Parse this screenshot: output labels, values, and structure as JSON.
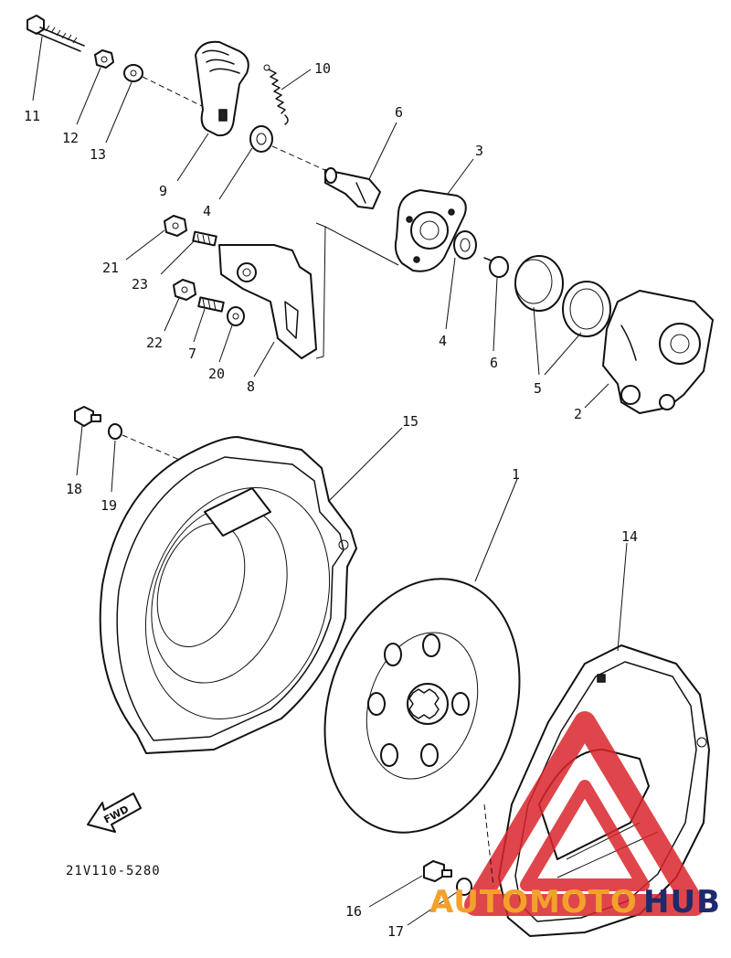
{
  "diagram": {
    "code": "21V110-5280",
    "arrow_label": "FWD",
    "callouts": [
      {
        "id": "c1",
        "text": "1"
      },
      {
        "id": "c2",
        "text": "2"
      },
      {
        "id": "c3",
        "text": "3"
      },
      {
        "id": "c4a",
        "text": "4"
      },
      {
        "id": "c4b",
        "text": "4"
      },
      {
        "id": "c5",
        "text": "5"
      },
      {
        "id": "c6",
        "text": "6"
      },
      {
        "id": "c7",
        "text": "7"
      },
      {
        "id": "c8",
        "text": "8"
      },
      {
        "id": "c9",
        "text": "9"
      },
      {
        "id": "c10",
        "text": "10"
      },
      {
        "id": "c11",
        "text": "11"
      },
      {
        "id": "c12",
        "text": "12"
      },
      {
        "id": "c13",
        "text": "13"
      },
      {
        "id": "c14",
        "text": "14"
      },
      {
        "id": "c15",
        "text": "15"
      },
      {
        "id": "c16",
        "text": "16"
      },
      {
        "id": "c17",
        "text": "17"
      },
      {
        "id": "c18",
        "text": "18"
      },
      {
        "id": "c19",
        "text": "19"
      },
      {
        "id": "c20",
        "text": "20"
      },
      {
        "id": "c21",
        "text": "21"
      },
      {
        "id": "c22a",
        "text": "22"
      },
      {
        "id": "c22b",
        "text": "22"
      },
      {
        "id": "c23",
        "text": "23"
      }
    ]
  },
  "watermark": {
    "part1": "AUTOMOTO",
    "part2": "HUB",
    "colors": {
      "accent": "#f2a22a",
      "brand": "#1e2a6b",
      "logo": "#d9262c"
    }
  }
}
